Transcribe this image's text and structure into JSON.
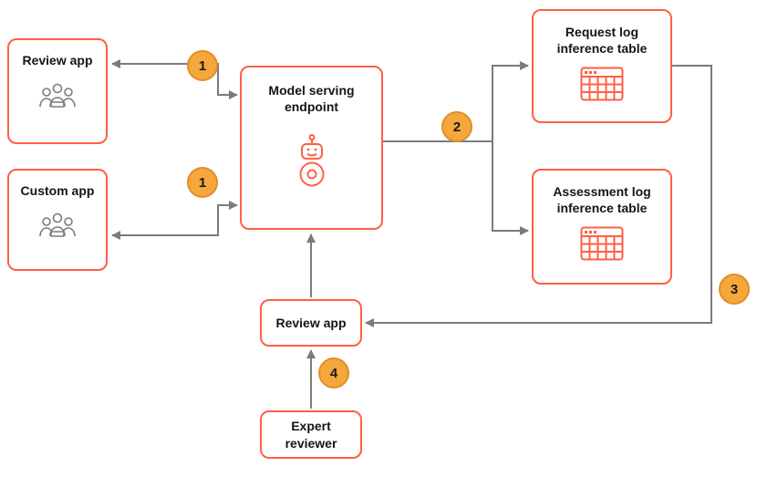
{
  "diagram": {
    "nodes": {
      "review_app_top": {
        "label": "Review app",
        "icon": "users-icon"
      },
      "custom_app": {
        "label": "Custom app",
        "icon": "users-icon"
      },
      "model_serving_endpoint": {
        "label": "Model serving\nendpoint",
        "icon": "robot-icon"
      },
      "request_log_table": {
        "label": "Request log\ninference table",
        "icon": "table-icon"
      },
      "assessment_log_table": {
        "label": "Assessment log\ninference table",
        "icon": "table-icon"
      },
      "review_app_bottom": {
        "label": "Review app"
      },
      "expert_reviewer": {
        "label": "Expert\nreviewer"
      }
    },
    "badges": [
      {
        "id": "step-1a",
        "label": "1"
      },
      {
        "id": "step-1b",
        "label": "1"
      },
      {
        "id": "step-2",
        "label": "2"
      },
      {
        "id": "step-3",
        "label": "3"
      },
      {
        "id": "step-4",
        "label": "4"
      }
    ],
    "edges": [
      {
        "from": "review_app_top",
        "to": "model_serving_endpoint",
        "step": "1",
        "bidirectional": true
      },
      {
        "from": "custom_app",
        "to": "model_serving_endpoint",
        "step": "1",
        "bidirectional": true
      },
      {
        "from": "model_serving_endpoint",
        "to": "request_log_table",
        "step": "2"
      },
      {
        "from": "model_serving_endpoint",
        "to": "assessment_log_table",
        "step": "2"
      },
      {
        "from": "request_log_table",
        "to": "review_app_bottom",
        "step": "3"
      },
      {
        "from": "review_app_bottom",
        "to": "model_serving_endpoint",
        "step": ""
      },
      {
        "from": "expert_reviewer",
        "to": "review_app_bottom",
        "step": "4"
      }
    ],
    "colors": {
      "node_border": "#FF5F46",
      "badge_fill": "#F6A73C",
      "badge_border": "#DE8F2B",
      "connector": "#7B7B7B",
      "icon_people": "#7B7B7B",
      "text": "#151515",
      "background": "#FFFFFF"
    }
  }
}
